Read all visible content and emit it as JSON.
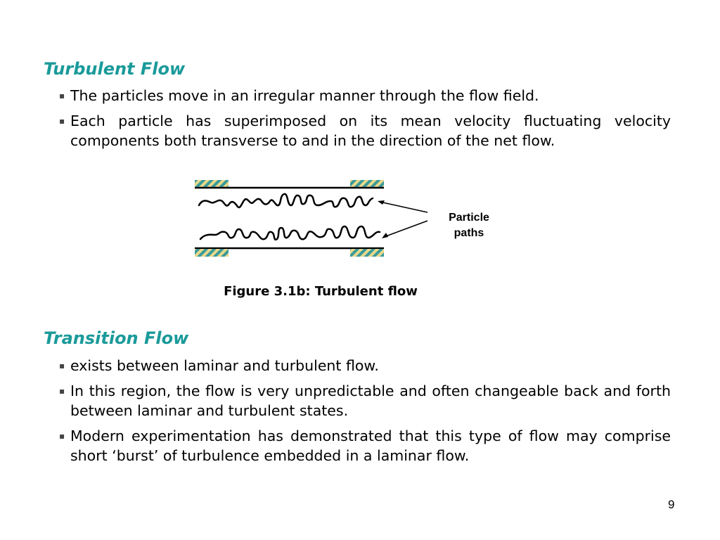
{
  "turbulent": {
    "heading": "Turbulent Flow",
    "bullets": [
      "The particles move in an irregular manner through the flow field.",
      "Each particle has superimposed on its mean velocity fluctuating velocity components both transverse to and in the direction of the net flow."
    ]
  },
  "figure": {
    "label_line1": "Particle",
    "label_line2": "paths",
    "caption": "Figure 3.1b: Turbulent flow"
  },
  "transition": {
    "heading": "Transition Flow",
    "bullets": [
      "exists between laminar and turbulent flow.",
      "In this region, the flow is very unpredictable and often changeable back and forth between laminar and turbulent states.",
      "Modern experimentation has demonstrated that this type of flow may comprise short ‘burst’ of turbulence embedded in a laminar flow."
    ]
  },
  "bullet_glyph": "▪",
  "page_number": "9",
  "colors": {
    "heading": "#1a9a9a",
    "hatch_fill": "#e8d98a",
    "hatch_stripe": "#3a9a9a"
  }
}
